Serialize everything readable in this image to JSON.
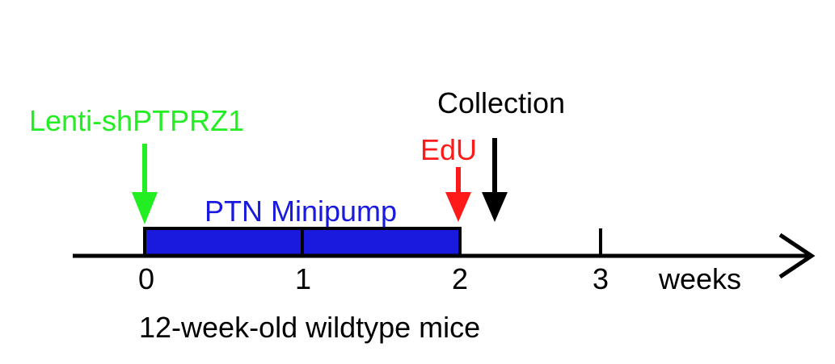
{
  "labels": {
    "lenti": "Lenti-shPTPRZ1",
    "minipump": "PTN Minipump",
    "edu": "EdU",
    "collection": "Collection",
    "units": "weeks",
    "subject": "12-week-old wildtype mice"
  },
  "ticks": [
    "0",
    "1",
    "2",
    "3"
  ],
  "colors": {
    "lenti": "#22ee22",
    "minipump": "#1a1adf",
    "edu": "#ff1a1a",
    "axis": "#000000",
    "text": "#000000"
  }
}
